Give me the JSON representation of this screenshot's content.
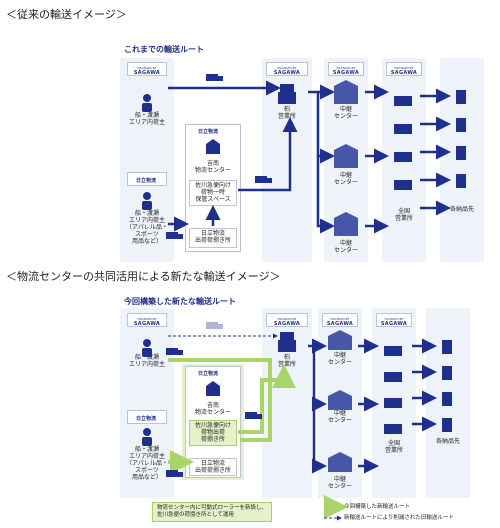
{
  "section1": {
    "title": "＜従来の輸送イメージ＞",
    "route_label": "これまでの輸送ルート",
    "sagawa_logo": {
      "top": "TRANSPORT",
      "name": "SAGAWA"
    },
    "hitachi_logo": "日立物流",
    "shipper_sagawa": "船・渡瀬\nエリア内荷主",
    "shipper_hitachi": "船・渡瀬\nエリア内荷主\n（アパレル品・\nスポーツ\n用品など）",
    "distribution_center": "吉南\n物流センター",
    "sagawa_storage": "佐川急便向け\n荷物一時\n保管スペース",
    "hitachi_depot": "日立物流\n出荷荷捌き所",
    "sales_office": "柏\n営業所",
    "hubs": [
      "中継\nセンター",
      "中継\nセンター",
      "中継\nセンター"
    ],
    "national": "全国\n営業所",
    "destinations": "各納品先"
  },
  "section2": {
    "title": "＜物流センターの共同活用による新たな輸送イメージ＞",
    "route_label": "今回構築した新たな輸送ルート",
    "sagawa_logo": {
      "top": "TRANSPORT",
      "name": "SAGAWA"
    },
    "hitachi_logo": "日立物流",
    "shipper_sagawa": "船・渡瀬\nエリア内荷主",
    "shipper_hitachi": "船・渡瀬\nエリア内荷主\n（アパレル品・\nスポーツ\n用品など）",
    "distribution_center": "吉南\n物流センター",
    "sagawa_area": "佐川急便向け\n荷物出荷\n荷捌き所",
    "hitachi_depot": "日立物流\n出荷荷捌き所",
    "sales_office": "柏\n営業所",
    "hubs": [
      "中継\nセンター",
      "中継\nセンター",
      "中継\nセンター"
    ],
    "national": "全国\n営業所",
    "destinations": "各納品先",
    "note": "物流センター内に可動式ローラーを新設し、\n佐川急便の荷捌き所として運用",
    "legend_new": "今回構築した新輸送ルート",
    "legend_old": "新輸送ルートにより削減された旧輸送ルート"
  },
  "colors": {
    "navy": "#1f2f8c",
    "green": "#bde08c",
    "panel": "#eef3fa",
    "highlight": "#e4f1c9"
  }
}
